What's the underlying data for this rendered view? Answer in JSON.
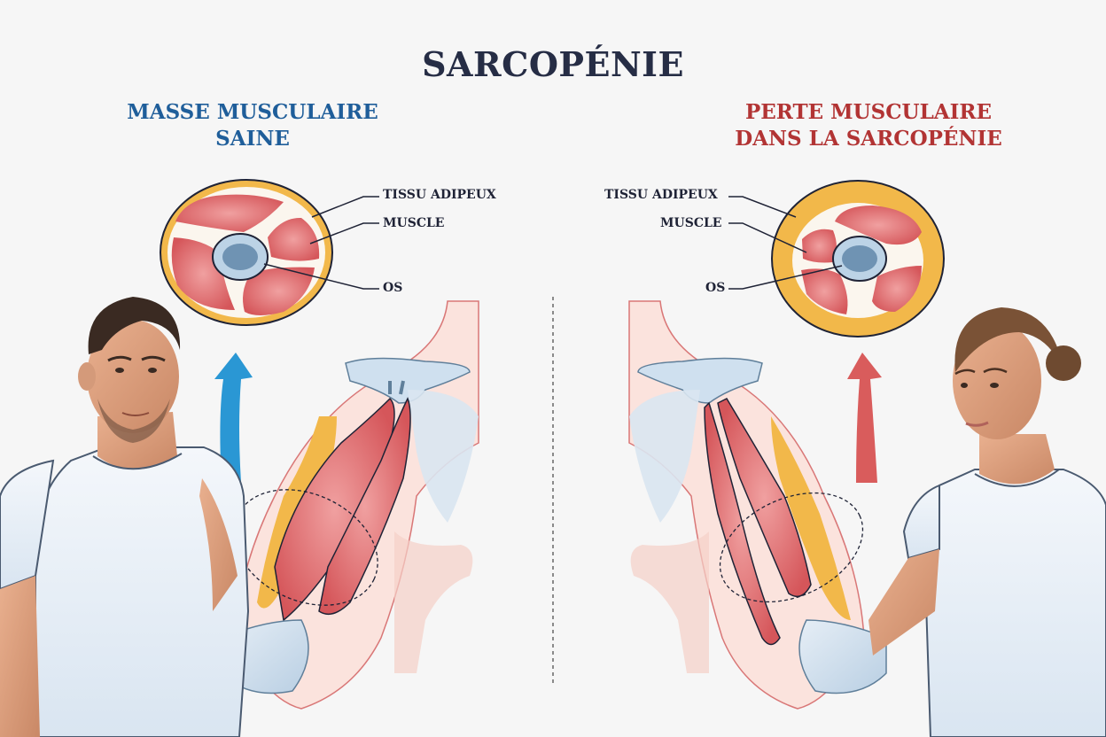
{
  "title": "SARCOPÉNIE",
  "left_panel": {
    "heading_line1": "MASSE MUSCULAIRE",
    "heading_line2": "SAINE",
    "heading_color": "#1f5e9a",
    "arrow_color": "#2a97d4",
    "labels": {
      "fat": "TISSU ADIPEUX",
      "muscle": "MUSCLE",
      "bone": "OS"
    }
  },
  "right_panel": {
    "heading_line1": "PERTE MUSCULAIRE",
    "heading_line2": "DANS LA SARCOPÉNIE",
    "heading_color": "#b23434",
    "arrow_color": "#d95c5c",
    "labels": {
      "fat": "TISSU ADIPEUX",
      "muscle": "MUSCLE",
      "bone": "OS"
    }
  },
  "colors": {
    "title": "#262d45",
    "fat": "#f2b84a",
    "muscle": "#d9595c",
    "bone": "#bcd3e6",
    "bone_core": "#6f93b3",
    "background": "#f6f6f6"
  }
}
